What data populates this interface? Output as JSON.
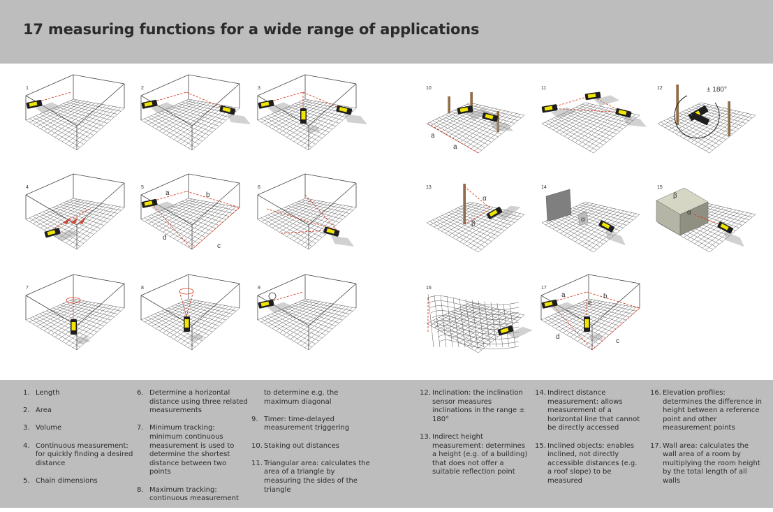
{
  "header": {
    "title": "17 measuring functions for a wide range of applications"
  },
  "panels": [
    {
      "num": "1"
    },
    {
      "num": "2"
    },
    {
      "num": "3"
    },
    {
      "num": "4"
    },
    {
      "num": "5"
    },
    {
      "num": "6"
    },
    {
      "num": "7"
    },
    {
      "num": "8"
    },
    {
      "num": "9"
    },
    {
      "num": "10"
    },
    {
      "num": "11"
    },
    {
      "num": "12"
    },
    {
      "num": "13"
    },
    {
      "num": "14"
    },
    {
      "num": "15"
    },
    {
      "num": "16"
    },
    {
      "num": "17"
    }
  ],
  "labels": {
    "p5": [
      "a",
      "b",
      "c",
      "d"
    ],
    "p10": [
      "a",
      "a"
    ],
    "p12": [
      "± 180°"
    ],
    "p13": [
      "α",
      "β"
    ],
    "p14": [
      "α"
    ],
    "p15": [
      "β",
      "α"
    ],
    "p17": [
      "a",
      "b",
      "c",
      "d",
      "e"
    ]
  },
  "columns": [
    [
      {
        "n": "1.",
        "t": "Length"
      },
      {
        "n": "2.",
        "t": "Area"
      },
      {
        "n": "3.",
        "t": "Volume"
      },
      {
        "n": "4.",
        "t": "Continuous measurement: for quickly finding a desired distance"
      },
      {
        "n": "5.",
        "t": "Chain dimensions"
      }
    ],
    [
      {
        "n": "6.",
        "t": "Determine a horizontal distance using three related measurements"
      },
      {
        "n": "7.",
        "t": "Minimum tracking: minimum continuous measurement is used to determine the shortest distance between two points"
      },
      {
        "n": "8.",
        "t": "Maximum tracking: continuous measurement"
      }
    ],
    [
      {
        "n": "",
        "t": "to determine e.g. the maximum diagonal"
      },
      {
        "n": "9.",
        "t": "Timer: time-delayed measurement triggering"
      },
      {
        "n": "10.",
        "t": "Staking out distances"
      },
      {
        "n": "11.",
        "t": "Triangular area: calculates the area of a triangle by measuring the sides of the triangle"
      }
    ],
    [
      {
        "n": "12.",
        "t": "Inclination: the inclination sensor measures inclinations in the range ± 180°"
      },
      {
        "n": "13.",
        "t": "Indirect height measurement: determines a height (e.g. of a building) that does not offer a suitable reflection point"
      }
    ],
    [
      {
        "n": "14.",
        "t": "Indirect distance measurement: allows measurement of a horizontal line that cannot be directly accessed"
      },
      {
        "n": "15.",
        "t": "Inclined objects: enables inclined, not directly accessible distances (e.g. a roof slope) to be measured"
      }
    ],
    [
      {
        "n": "16.",
        "t": "Elevation profiles: determines the difference in height between a reference point and other measurement points"
      },
      {
        "n": "17.",
        "t": "Wall area: calculates the wall area of a room by multiplying the room height by the total length of all walls"
      }
    ]
  ]
}
